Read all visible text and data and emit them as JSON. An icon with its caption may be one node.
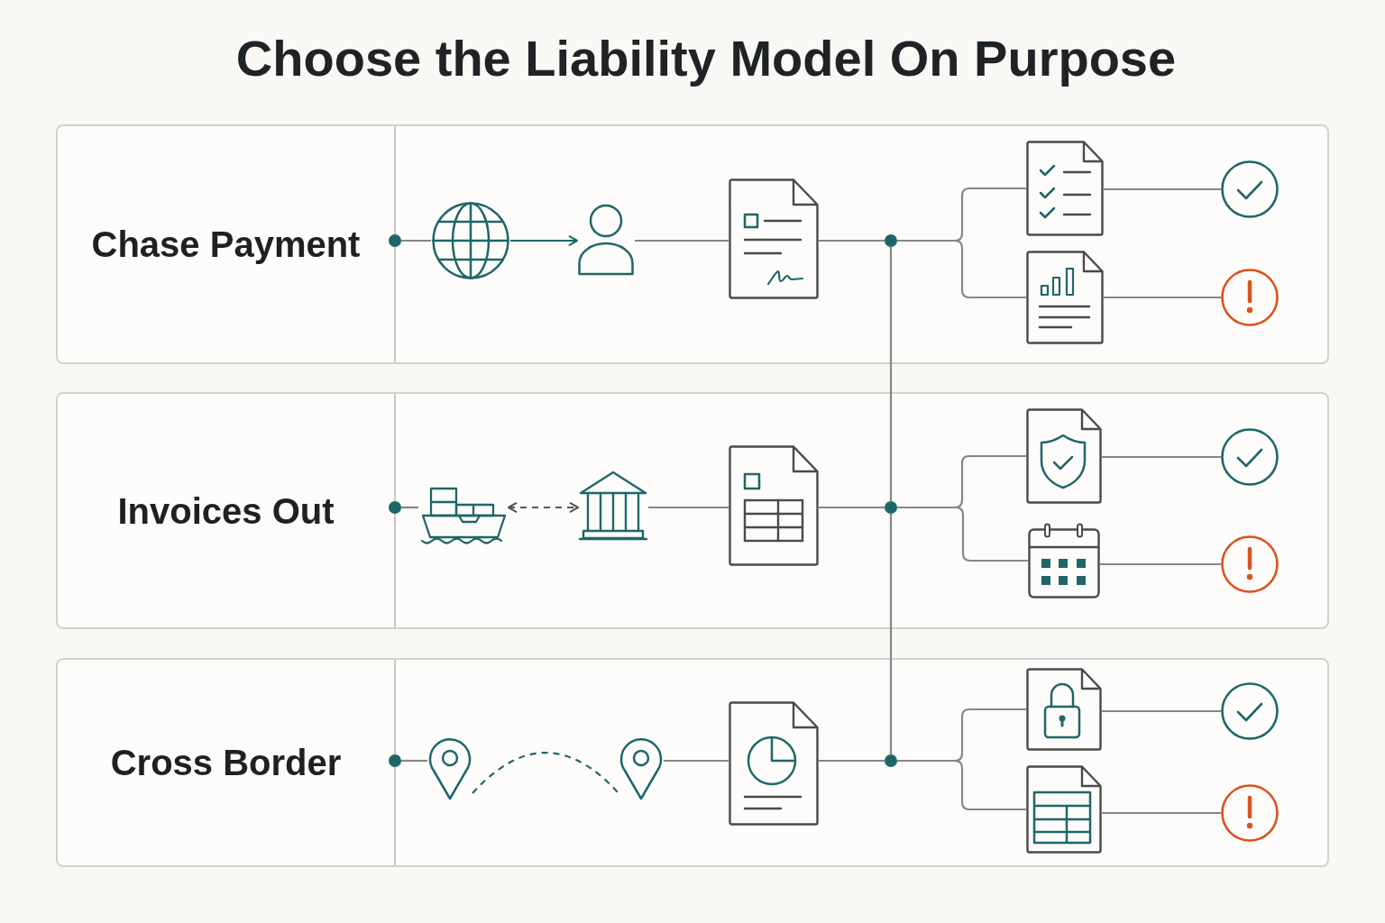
{
  "diagram": {
    "title": "Choose the Liability Model On Purpose",
    "nodes": [
      {
        "text": [
          "Chase Payment"
        ]
      },
      {
        "text": [],
        "shape": "circle",
        "in": 0
      },
      {
        "text": [],
        "shape": "picture",
        "in": 0
      },
      {
        "text": [],
        "shape": "person",
        "in": 0
      },
      {
        "text": [],
        "shape": "picture",
        "in": 0
      },
      {
        "text": [],
        "shape": "circle",
        "in": 0
      },
      {
        "text": [],
        "shape": "picture",
        "in": 0
      },
      {
        "text": [],
        "shape": "picture",
        "in": 0
      },
      {
        "text": [],
        "shape": "picture",
        "in": 0
      },
      {
        "text": [],
        "shape": "picture",
        "in": 0
      },
      {
        "text": [
          "Invoices Out"
        ]
      },
      {
        "text": [],
        "shape": "circle",
        "in": 10
      },
      {
        "text": [],
        "shape": "picture",
        "in": 10
      },
      {
        "text": [],
        "shape": "picture",
        "in": 10
      },
      {
        "text": [],
        "shape": "picture",
        "in": 10
      },
      {
        "text": [],
        "shape": "circle",
        "in": 10
      },
      {
        "text": [],
        "shape": "picture",
        "in": 10
      },
      {
        "text": [],
        "shape": "picture",
        "in": 10
      },
      {
        "text": [],
        "shape": "picture",
        "in": 10
      },
      {
        "text": [],
        "shape": "picture",
        "in": 10
      },
      {
        "text": [
          "Cross Border"
        ]
      },
      {
        "text": [],
        "shape": "circle",
        "in": 20
      },
      {
        "text": [],
        "shape": "picture",
        "in": 20
      },
      {
        "text": [],
        "shape": "picture",
        "in": 20
      },
      {
        "text": [],
        "shape": "picture",
        "in": 20
      },
      {
        "text": [],
        "shape": "circle",
        "in": 20
      },
      {
        "text": [],
        "shape": "picture",
        "in": 20
      },
      {
        "text": [],
        "shape": "picture",
        "in": 20
      },
      {
        "text": [],
        "shape": "picture",
        "in": 20
      },
      {
        "text": [],
        "shape": "picture",
        "in": 20
      }
    ],
    "edges": [
      {
        "from": 1,
        "to": 2,
        "arrow": "none"
      },
      {
        "from": 2,
        "to": 3,
        "arrow": "to",
        "color": "#1f6669"
      },
      {
        "from": 3,
        "to": 4,
        "arrow": "none"
      },
      {
        "from": 4,
        "to": 5,
        "arrow": "none"
      },
      {
        "from": 5,
        "to": 6,
        "arrow": "none"
      },
      {
        "from": 5,
        "to": 7,
        "arrow": "none"
      },
      {
        "from": 6,
        "to": 8,
        "arrow": "none"
      },
      {
        "from": 7,
        "to": 9,
        "arrow": "none"
      },
      {
        "from": 5,
        "to": 15,
        "arrow": "none"
      },
      {
        "from": 11,
        "to": 12,
        "arrow": "none"
      },
      {
        "from": 12,
        "to": 13,
        "arrow": "both",
        "style": "dashed",
        "color": "#555555"
      },
      {
        "from": 13,
        "to": 14,
        "arrow": "none"
      },
      {
        "from": 14,
        "to": 15,
        "arrow": "none"
      },
      {
        "from": 15,
        "to": 16,
        "arrow": "none"
      },
      {
        "from": 15,
        "to": 17,
        "arrow": "none"
      },
      {
        "from": 16,
        "to": 18,
        "arrow": "none"
      },
      {
        "from": 17,
        "to": 19,
        "arrow": "none"
      },
      {
        "from": 15,
        "to": 25,
        "arrow": "none"
      },
      {
        "from": 21,
        "to": 22,
        "arrow": "none"
      },
      {
        "from": 22,
        "to": 23,
        "arrow": "none",
        "style": "dashed",
        "color": "#1f6669"
      },
      {
        "from": 23,
        "to": 24,
        "arrow": "none"
      },
      {
        "from": 24,
        "to": 25,
        "arrow": "none"
      },
      {
        "from": 25,
        "to": 26,
        "arrow": "none"
      },
      {
        "from": 25,
        "to": 27,
        "arrow": "none"
      },
      {
        "from": 26,
        "to": 28,
        "arrow": "none"
      },
      {
        "from": 27,
        "to": 29,
        "arrow": "none"
      }
    ]
  }
}
